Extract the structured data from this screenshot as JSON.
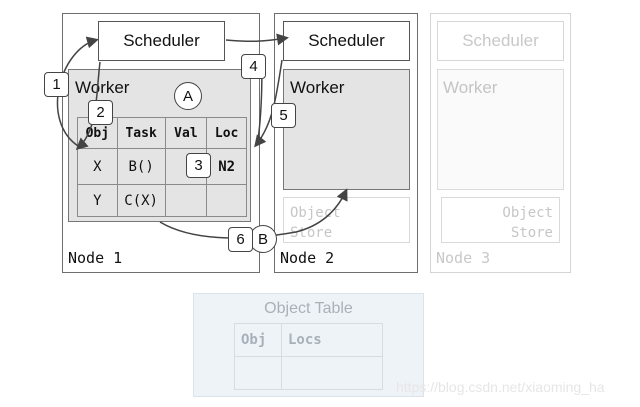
{
  "nodes": [
    {
      "scheduler": "Scheduler",
      "worker": "Worker",
      "label": "Node 1"
    },
    {
      "scheduler": "Scheduler",
      "worker": "Worker",
      "label": "Node 2",
      "store_line1": "Object",
      "store_line2": "Store"
    },
    {
      "scheduler": "Scheduler",
      "worker": "Worker",
      "label": "Node 3",
      "store_line1": "Object",
      "store_line2": "Store"
    }
  ],
  "task_table": {
    "headers": [
      "Obj",
      "Task",
      "Val",
      "Loc"
    ],
    "rows": [
      [
        "X",
        "B()",
        "",
        "N2"
      ],
      [
        "Y",
        "C(X)",
        "",
        ""
      ]
    ]
  },
  "object_table": {
    "title": "Object Table",
    "headers": [
      "Obj",
      "Locs"
    ]
  },
  "markers": {
    "circle_a": "A",
    "circle_b": "B",
    "steps": [
      "1",
      "2",
      "3",
      "4",
      "5",
      "6"
    ]
  },
  "watermark": "https://blog.csdn.net/xiaoming_ha"
}
